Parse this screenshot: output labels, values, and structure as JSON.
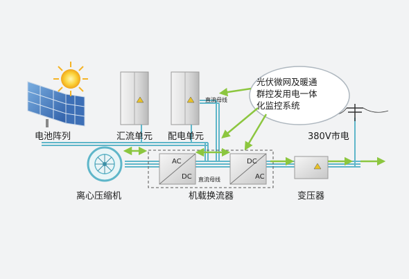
{
  "labels": {
    "pv_array": "电池阵列",
    "combiner_unit": "汇流单元",
    "distribution_unit": "配电单元",
    "grid": "380V市电",
    "compressor": "离心压缩机",
    "converter": "机载换流器",
    "transformer": "变压器",
    "dc_bus_top": "直流母线",
    "dc_bus_mid": "直流母线"
  },
  "system_bubble": {
    "lines": [
      "光伏微网及暖通",
      "群控发用电一体",
      "化监控系统"
    ]
  },
  "converter_left": {
    "top": "AC",
    "bottom": "DC"
  },
  "converter_right": {
    "top": "DC",
    "bottom": "AC"
  },
  "colors": {
    "power_line": "#5eb6c9",
    "arrow_green": "#8cc63f",
    "dashed_box": "#555555",
    "background": "#f2f3f4"
  }
}
